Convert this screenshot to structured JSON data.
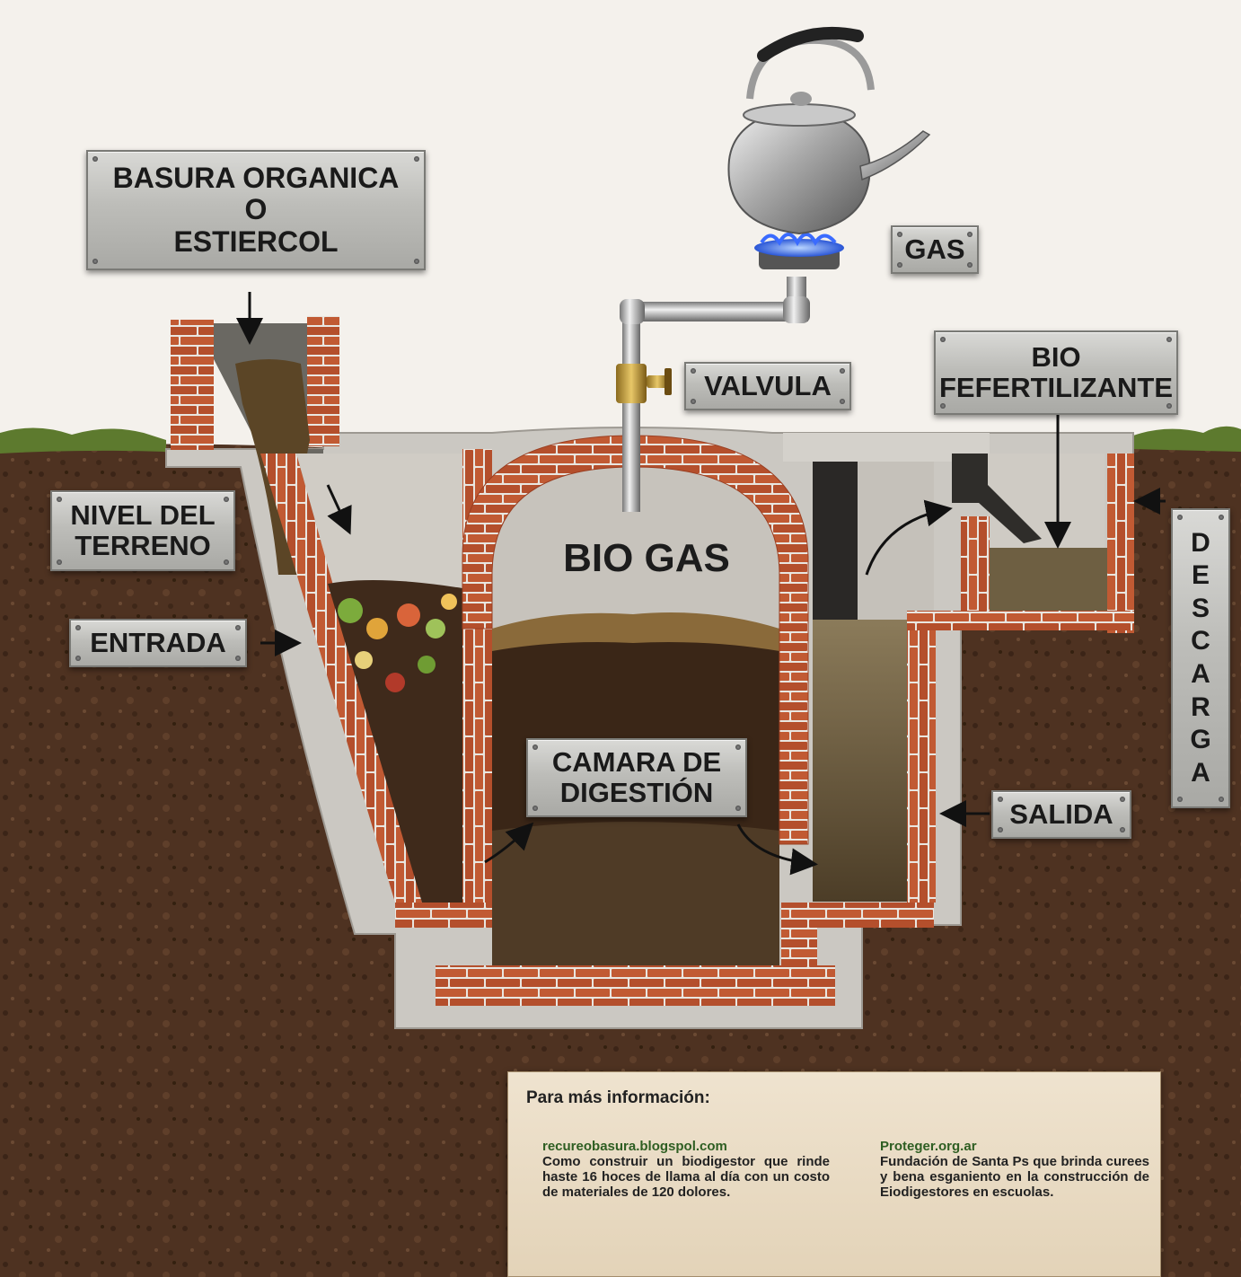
{
  "labels": {
    "input_material": [
      "BASURA ORGANICA",
      "O",
      "ESTIERCOL"
    ],
    "gas": "GAS",
    "valve": "VALVULA",
    "biofertilizer": [
      "BIO",
      "FEFERTILIZANTE"
    ],
    "ground_level": [
      "NIVEL DEL",
      "TERRENO"
    ],
    "inlet": "ENTRADA",
    "biogas": "BIO GAS",
    "digestion_chamber": [
      "CAMARA DE",
      "DIGESTIÓN"
    ],
    "outlet": "SALIDA",
    "discharge": [
      "D",
      "E",
      "S",
      "C",
      "A",
      "R",
      "G",
      "A"
    ]
  },
  "info": {
    "title": "Para más información:",
    "left": {
      "link": "recureobasura.blogspol.com",
      "text": "Como construir un biodigestor que rinde haste 16 hoces de llama al día con un costo de materiales de 120 dolores."
    },
    "right": {
      "link": "Proteger.org.ar",
      "text": "Fundación de Santa Ps que brinda curees y bena esganiento en la construcción de Eiodigestores en escuolas."
    }
  },
  "colors": {
    "sky": "#f4f1ec",
    "soil": "#4a2e1e",
    "brick": "#b9552f",
    "concrete": "#c9c6c0",
    "slurry": "#6b5a3c",
    "grass": "#5d7a2e"
  }
}
